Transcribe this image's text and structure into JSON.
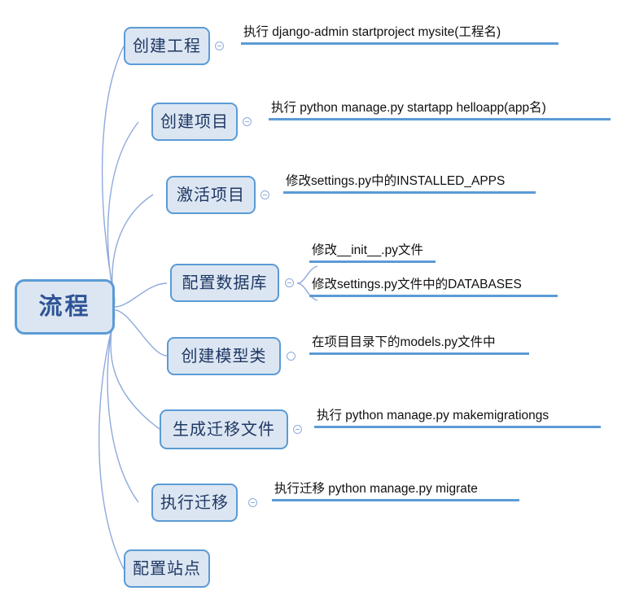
{
  "diagram": {
    "type": "mind-map",
    "root": {
      "label": "流程"
    },
    "branches": [
      {
        "label": "创建工程",
        "toggle": "minus",
        "sublabels": [
          "执行 django-admin startproject mysite(工程名)"
        ]
      },
      {
        "label": "创建项目",
        "toggle": "minus",
        "sublabels": [
          "执行 python manage.py startapp helloapp(app名)"
        ]
      },
      {
        "label": "激活项目",
        "toggle": "minus",
        "sublabels": [
          "修改settings.py中的INSTALLED_APPS"
        ]
      },
      {
        "label": "配置数据库",
        "toggle": "minus",
        "sublabels": [
          "修改__init__.py文件",
          "修改settings.py文件中的DATABASES"
        ]
      },
      {
        "label": "创建模型类",
        "toggle": "empty",
        "sublabels": [
          "在项目目录下的models.py文件中"
        ]
      },
      {
        "label": "生成迁移文件",
        "toggle": "minus",
        "sublabels": [
          "执行  python manage.py makemigrationgs"
        ]
      },
      {
        "label": "执行迁移",
        "toggle": "minus",
        "sublabels": [
          "执行迁移 python manage.py migrate"
        ]
      },
      {
        "label": "配置站点",
        "toggle": "none",
        "sublabels": []
      }
    ],
    "colors": {
      "node_fill": "#dce6f2",
      "node_border": "#5b9bd5",
      "root_text": "#2e5496",
      "branch_text": "#1f3864",
      "connector": "#8faadc",
      "rule": "#5b9bd5",
      "label_text": "#101010",
      "background": "#ffffff"
    }
  }
}
